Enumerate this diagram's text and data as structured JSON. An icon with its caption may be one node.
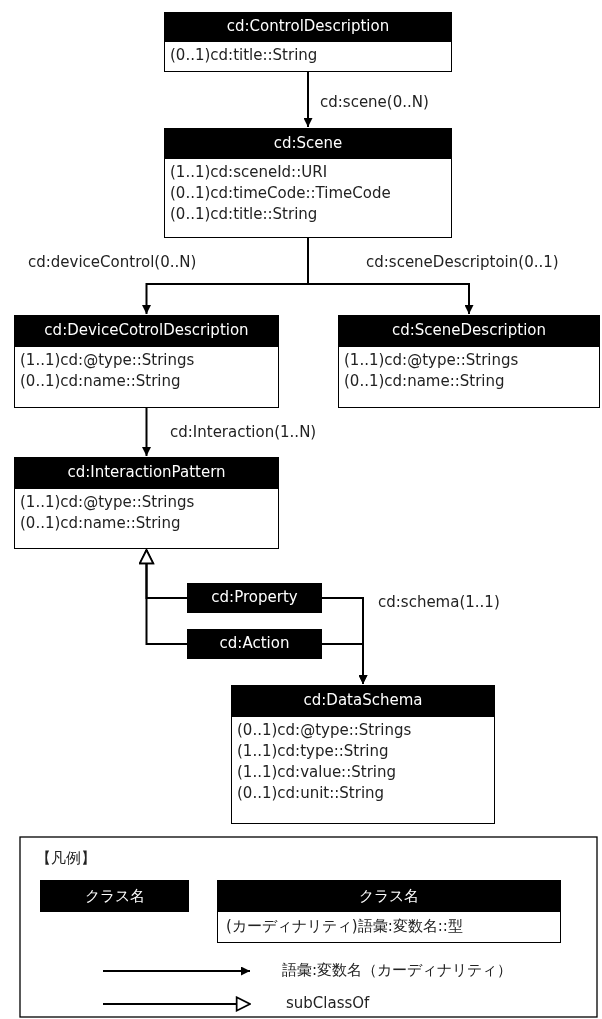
{
  "diagram": {
    "nodes": [
      {
        "text": [
          "cd:ControlDescription",
          "(0..1)cd:title::String"
        ]
      },
      {
        "text": [
          "cd:Scene",
          "(1..1)cd:sceneId::URI",
          "(0..1)cd:timeCode::TimeCode",
          "(0..1)cd:title::String"
        ]
      },
      {
        "text": [
          "cd:DeviceCotrolDescription",
          "(1..1)cd:@type::Strings",
          "(0..1)cd:name::String"
        ]
      },
      {
        "text": [
          "cd:SceneDescription",
          "(1..1)cd:@type::Strings",
          "(0..1)cd:name::String"
        ]
      },
      {
        "text": [
          "cd:InteractionPattern",
          "(1..1)cd:@type::Strings",
          "(0..1)cd:name::String"
        ]
      },
      {
        "text": [
          "cd:Property"
        ]
      },
      {
        "text": [
          "cd:Action"
        ]
      },
      {
        "text": [
          "cd:DataSchema",
          "(0..1)cd:@type::Strings",
          "(1..1)cd:type::String",
          "(1..1)cd:value::String",
          "(0..1)cd:unit::String"
        ]
      }
    ],
    "edges": [
      {
        "from": 0,
        "to": 1,
        "arrow": "to",
        "label": "cd:scene(0..N)"
      },
      {
        "from": 1,
        "to": 2,
        "arrow": "to",
        "label": "cd:deviceControl(0..N)"
      },
      {
        "from": 1,
        "to": 3,
        "arrow": "to",
        "label": "cd:sceneDescriptoin(0..1)"
      },
      {
        "from": 2,
        "to": 4,
        "arrow": "to",
        "label": "cd:Interaction(1..N)"
      },
      {
        "from": 5,
        "to": 4,
        "arrow": "to"
      },
      {
        "from": 6,
        "to": 4,
        "arrow": "to"
      },
      {
        "from": 5,
        "to": 7,
        "arrow": "to",
        "label": "cd:schema(1..1)"
      },
      {
        "from": 6,
        "to": 7,
        "arrow": "to"
      }
    ],
    "labels": [
      "【凡例】",
      "クラス名",
      "クラス名",
      "(カーディナリティ)語彙:変数名::型"
    ],
    "legend": [
      {
        "text": "語彙:変数名（カーディナリティ）"
      },
      {
        "text": "subClassOf"
      }
    ]
  }
}
